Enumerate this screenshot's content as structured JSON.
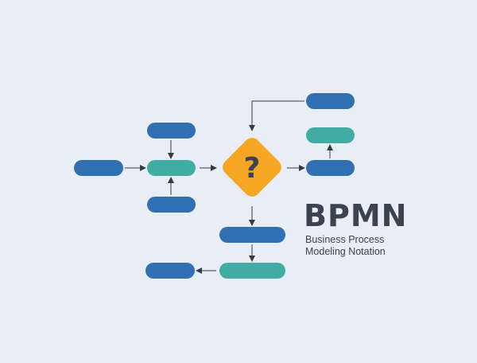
{
  "diagram": {
    "title": "BPMN",
    "subtitle_line1": "Business Process",
    "subtitle_line2": "Modeling Notation",
    "gateway_symbol": "?"
  },
  "colors": {
    "background": "#e9eef6",
    "blue_task": "#2f6fb2",
    "teal_task": "#41aca3",
    "gateway": "#f5a623",
    "arrow": "#333b48",
    "text": "#3b4250"
  }
}
